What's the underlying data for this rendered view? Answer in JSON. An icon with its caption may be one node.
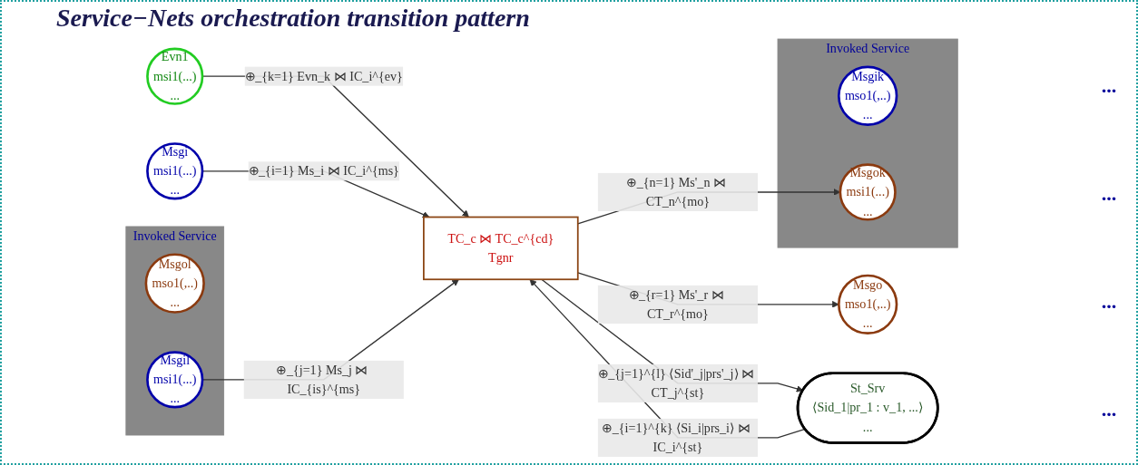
{
  "diagram": {
    "title": "Service−Nets orchestration transition pattern",
    "nodes": [
      {
        "text": [
          "Evn1",
          "msi1(...)",
          "..."
        ]
      },
      {
        "text": [
          "Msgi",
          "msi1(...)",
          "..."
        ]
      },
      {
        "text": [
          "Msgo",
          "mso1(,..)",
          "..."
        ]
      },
      {
        "text": [
          "St_Srv",
          "⟨Sid_1|pr_1 : v_1, ...⟩",
          "..."
        ]
      },
      {
        "text": [
          "TC_c ⋈ TC_c^{cd}",
          "Tgnr"
        ]
      },
      {
        "text": [
          "Invoked Service"
        ]
      },
      {
        "text": [
          "Msgol",
          "mso1(,..)",
          "..."
        ],
        "in": 5
      },
      {
        "text": [
          "Msgil",
          "msi1(...)",
          "..."
        ],
        "in": 5
      },
      {
        "text": [
          "Invoked Service"
        ]
      },
      {
        "text": [
          "Msgik",
          "mso1(,..)",
          "..."
        ],
        "in": 8
      },
      {
        "text": [
          "Msgok",
          "msi1(...)",
          "..."
        ],
        "in": 8
      }
    ],
    "edges": [
      {
        "from": 0,
        "to": 4,
        "arrow": "to",
        "label": "⊕_{k=1} Evn_k ⋈ IC_i^{ev}"
      },
      {
        "from": 1,
        "to": 4,
        "arrow": "to",
        "label": "⊕_{i=1} Ms_i ⋈ IC_i^{ms}"
      },
      {
        "from": 4,
        "to": 2,
        "arrow": "to",
        "label": "⊕_{r=1} Ms'_r ⋈ CT_r^{mo}"
      },
      {
        "from": 3,
        "to": 4,
        "arrow": "to",
        "label": "⊕_{i=1}^{k} ⟨Si_i|prs_i⟩ ⋈ IC_i^{st}"
      },
      {
        "from": 7,
        "to": 4,
        "arrow": "to",
        "label": "⊕_{j=1} Ms_j ⋈ IC_{is}^{ms}"
      },
      {
        "from": 4,
        "to": 3,
        "arrow": "to",
        "label": "⊕_{j=1}^{l} ⟨Sid'_j|prs'_j⟩ ⋈ CT_j^{st}"
      },
      {
        "from": 4,
        "to": 10,
        "arrow": "to",
        "label": "⊕_{n=1} Ms'_n ⋈ CT_n^{mo}"
      }
    ],
    "labels": [
      "...",
      "...",
      "...",
      "..."
    ]
  }
}
